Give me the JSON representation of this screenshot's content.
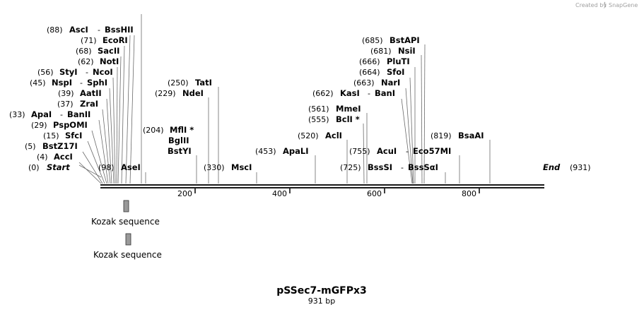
{
  "credit": {
    "prefix": "Created by",
    "brand": "SnapGene"
  },
  "map": {
    "title": "pSSec7-mGFPx3",
    "length": "931 bp",
    "end_label": "End",
    "end_position": "(931)"
  },
  "ruler": {
    "ticks": [
      "200",
      "400",
      "600",
      "800"
    ]
  },
  "features": [
    {
      "name": "Kozak sequence"
    },
    {
      "name": "Kozak sequence"
    }
  ],
  "labels": [
    {
      "pos": "(0)",
      "name": "Start",
      "italic": true
    },
    {
      "pos": "(4)",
      "name": "AccI"
    },
    {
      "pos": "(5)",
      "name": "BstZ17I"
    },
    {
      "pos": "(15)",
      "name": "SfcI"
    },
    {
      "pos": "(29)",
      "name": "PspOMI"
    },
    {
      "pos": "(33)",
      "name": "ApaI",
      "name2": "BanII"
    },
    {
      "pos": "(37)",
      "name": "ZraI"
    },
    {
      "pos": "(39)",
      "name": "AatII"
    },
    {
      "pos": "(45)",
      "name": "NspI",
      "name2": "SphI"
    },
    {
      "pos": "(56)",
      "name": "StyI",
      "name2": "NcoI"
    },
    {
      "pos": "(62)",
      "name": "NotI"
    },
    {
      "pos": "(68)",
      "name": "SacII"
    },
    {
      "pos": "(71)",
      "name": "EcoRI"
    },
    {
      "pos": "(88)",
      "name": "AscI",
      "name2": "BssHII"
    },
    {
      "pos": "(98)",
      "name": "AseI"
    },
    {
      "pos": "(204)",
      "name": "MflI *",
      "extra": [
        "BglII",
        "BstYI"
      ]
    },
    {
      "pos": "(229)",
      "name": "NdeI"
    },
    {
      "pos": "(250)",
      "name": "TatI"
    },
    {
      "pos": "(330)",
      "name": "MscI"
    },
    {
      "pos": "(453)",
      "name": "ApaLI"
    },
    {
      "pos": "(520)",
      "name": "AclI"
    },
    {
      "pos": "(555)",
      "name": "BclI *"
    },
    {
      "pos": "(561)",
      "name": "MmeI"
    },
    {
      "pos": "(662)",
      "name": "KasI",
      "name2": "BanI"
    },
    {
      "pos": "(663)",
      "name": "NarI"
    },
    {
      "pos": "(664)",
      "name": "SfoI"
    },
    {
      "pos": "(666)",
      "name": "PluTI"
    },
    {
      "pos": "(681)",
      "name": "NsiI"
    },
    {
      "pos": "(685)",
      "name": "BstAPI"
    },
    {
      "pos": "(725)",
      "name": "BssSI",
      "name2": "BssSαI"
    },
    {
      "pos": "(755)",
      "name": "AcuI",
      "name2": "Eco57MI"
    },
    {
      "pos": "(819)",
      "name": "BsaAI"
    }
  ]
}
